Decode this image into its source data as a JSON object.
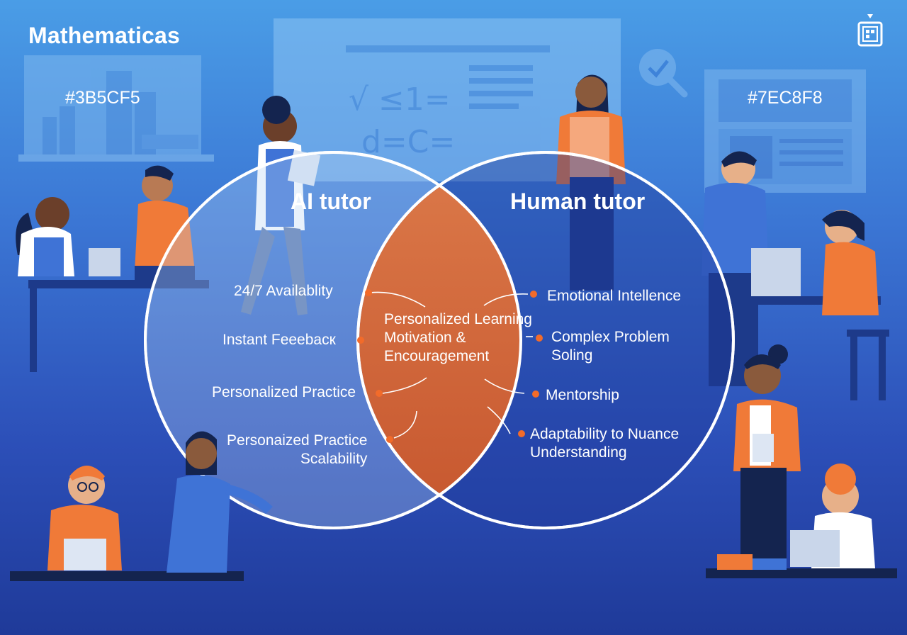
{
  "header": {
    "title": "Mathematicas",
    "corner_icon": "calendar-icon"
  },
  "boards": {
    "left_hex": "#3B5CF5",
    "right_hex": "#7EC8F8"
  },
  "venn": {
    "left_title": "AI tutor",
    "right_title": "Human tutor",
    "left_items": [
      {
        "lines": [
          "24/7 Availablity"
        ]
      },
      {
        "lines": [
          "Instant Feeebacк"
        ]
      },
      {
        "lines": [
          "Personalized Practice"
        ]
      },
      {
        "lines": [
          "Personaized Practice",
          "Scalability"
        ]
      }
    ],
    "overlap_lines": [
      "Personalized Learning",
      "Motivation &",
      "Encouragement"
    ],
    "right_items": [
      {
        "lines": [
          "Emotional Intellence"
        ]
      },
      {
        "lines": [
          "Complex Problem",
          "Soling"
        ]
      },
      {
        "lines": [
          "Mentorship"
        ]
      },
      {
        "lines": [
          "Adaptability to Nuance",
          "Understanding"
        ]
      }
    ]
  },
  "colors": {
    "background_top": "#4a9de6",
    "background_bottom": "#1f3a99",
    "overlap": "#e8692a",
    "accent_orange": "#f26b2a",
    "circle_stroke": "#ffffff"
  }
}
